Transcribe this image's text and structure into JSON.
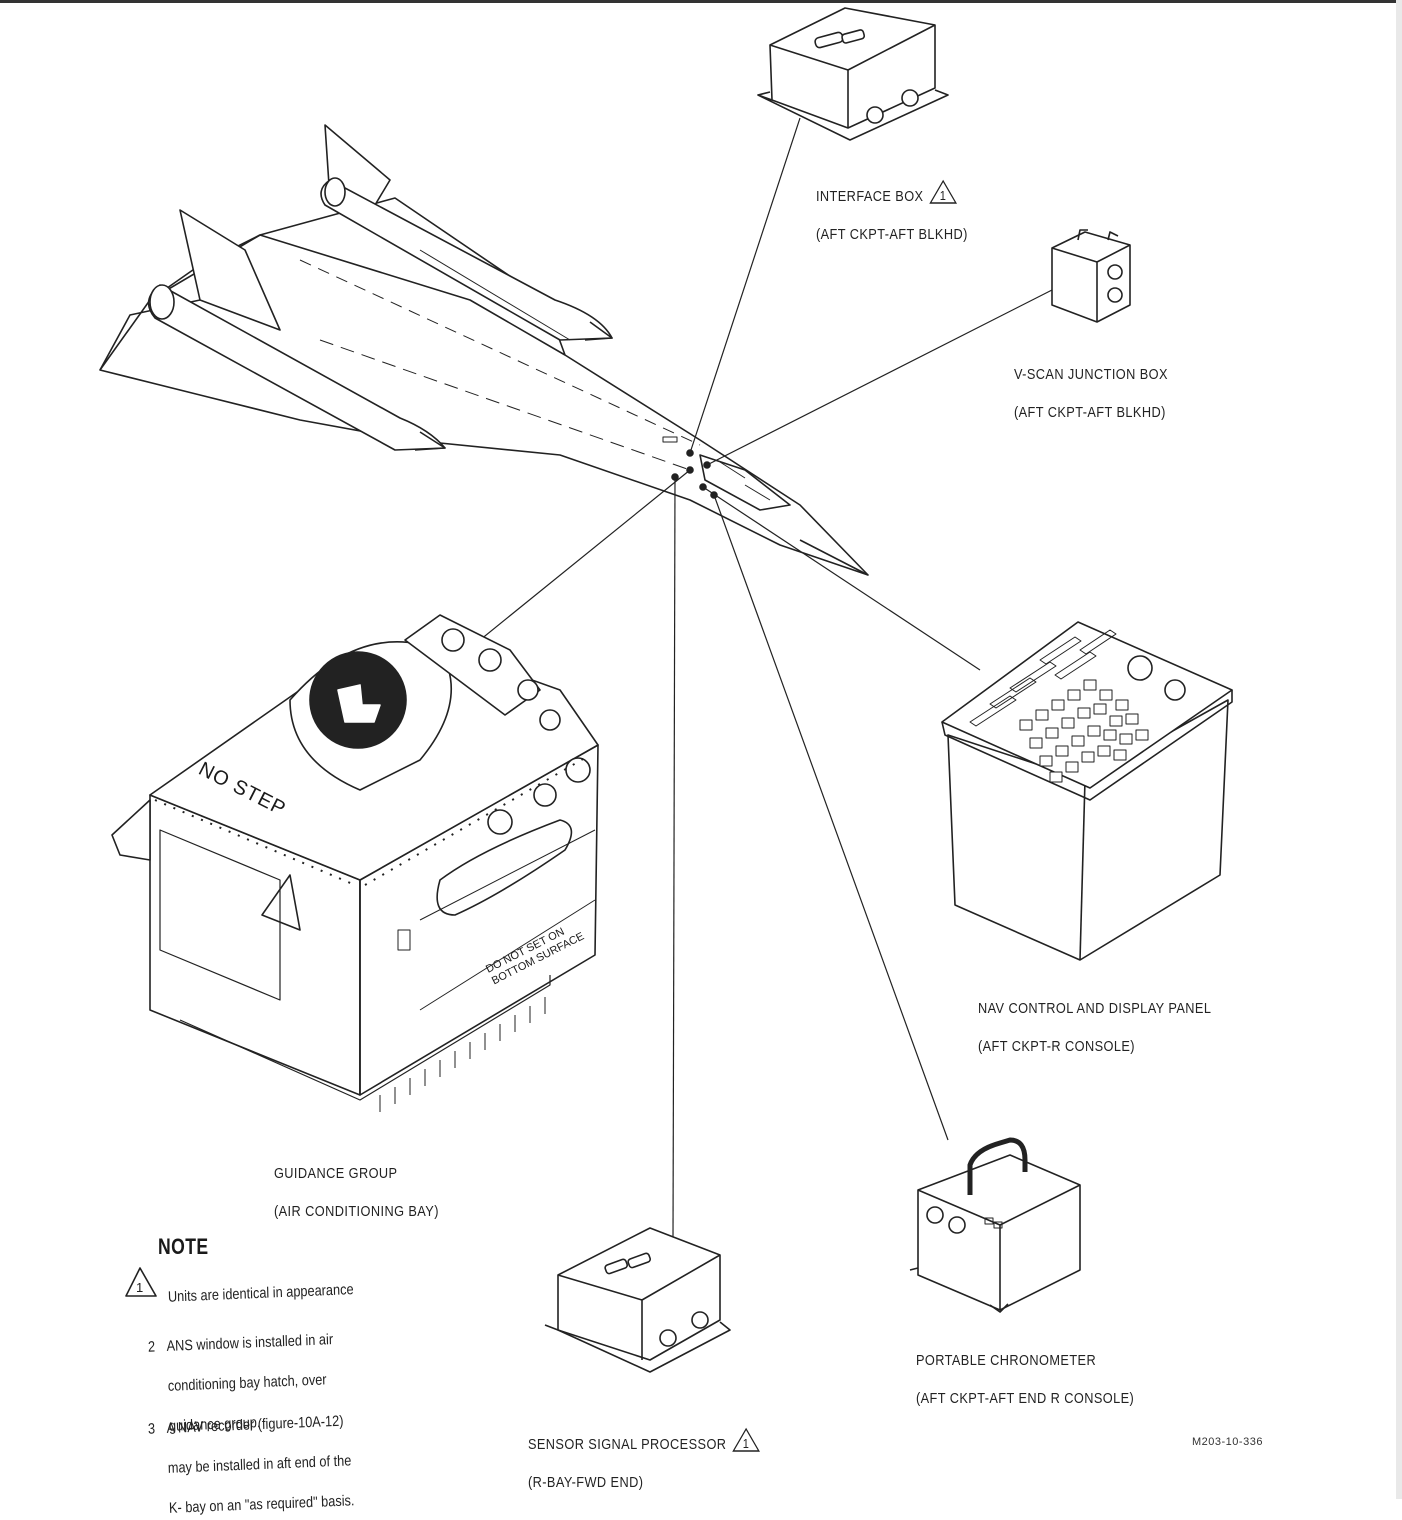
{
  "labels": {
    "interface_box": {
      "name": "INTERFACE BOX",
      "location": "(AFT CKPT-AFT BLKHD)",
      "note_ref": "1"
    },
    "vscan_junction_box": {
      "name": "V-SCAN JUNCTION BOX",
      "location": "(AFT CKPT-AFT BLKHD)"
    },
    "nav_control_panel": {
      "name": "NAV CONTROL AND DISPLAY PANEL",
      "location": "(AFT CKPT-R CONSOLE)"
    },
    "guidance_group": {
      "name": "GUIDANCE GROUP",
      "location": "(AIR CONDITIONING BAY)"
    },
    "portable_chronometer": {
      "name": "PORTABLE CHRONOMETER",
      "location": "(AFT CKPT-AFT END R CONSOLE)"
    },
    "sensor_signal_processor": {
      "name": "SENSOR SIGNAL PROCESSOR",
      "location": "(R-BAY-FWD END)",
      "note_ref": "1"
    }
  },
  "unit_markings": {
    "no_step": "NO STEP",
    "do_not_set_on": "DO NOT SET ON",
    "bottom_surface": "BOTTOM SURFACE"
  },
  "notes": {
    "title": "NOTE",
    "items": [
      {
        "marker": "1",
        "lines": [
          "Units are identical in appearance"
        ]
      },
      {
        "marker": "2",
        "lines": [
          "ANS window is installed in air",
          "conditioning bay hatch, over",
          "guidance group."
        ]
      },
      {
        "marker": "3",
        "lines": [
          "A NAV recorder (figure-10A-12)",
          "may be installed in aft end of the",
          "K- bay on an \"as required\" basis."
        ]
      }
    ]
  },
  "figure_id": "M203-10-336"
}
